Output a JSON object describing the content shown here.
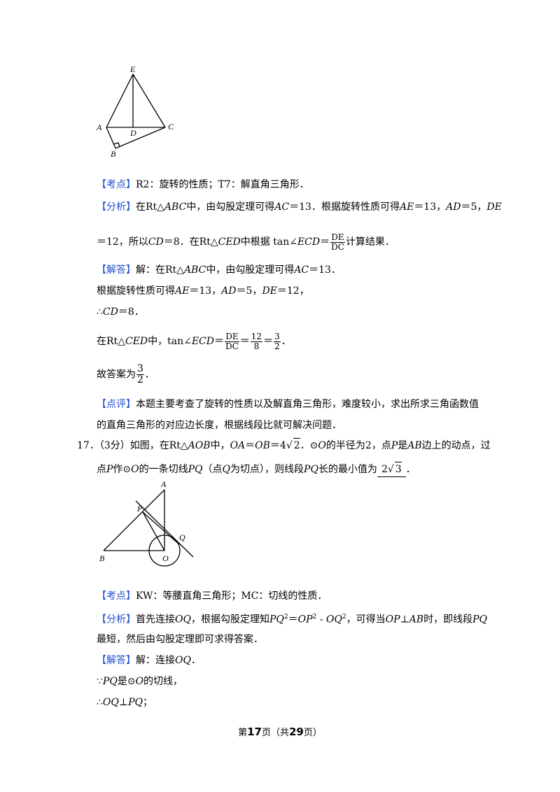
{
  "fig1": {
    "labels": {
      "E": "E",
      "A": "A",
      "D": "D",
      "C": "C",
      "B": "B"
    }
  },
  "q16": {
    "kaodian_tag": "【考点】",
    "kaodian": "R2：旋转的性质；T7：解直角三角形．",
    "fenxi_tag": "【分析】",
    "fenxi_1": "在Rt△",
    "fenxi_2": "ABC",
    "fenxi_3": "中，由勾股定理可得",
    "fenxi_4": "AC",
    "fenxi_5": "＝13．根据旋转性质可得",
    "fenxi_6": "AE",
    "fenxi_7": "＝13，",
    "fenxi_8": "AD",
    "fenxi_9": "＝5，",
    "fenxi_10": "DE",
    "fenxi_11": "＝12，所以",
    "fenxi_12": "CD",
    "fenxi_13": "＝8．在Rt△",
    "fenxi_14": "CED",
    "fenxi_15": "中根据 tan∠",
    "fenxi_16": "ECD",
    "fenxi_17": "＝",
    "fenxi_frac_num": "DE",
    "fenxi_frac_den": "DC",
    "fenxi_18": "计算结果．",
    "jieda_tag": "【解答】",
    "jieda_1": "解：在Rt△",
    "jieda_2": "ABC",
    "jieda_3": "中，由勾股定理可得",
    "jieda_4": "AC",
    "jieda_5": "＝13．",
    "line2_1": "根据旋转性质可得",
    "line2_2": "AE",
    "line2_3": "＝13，",
    "line2_4": "AD",
    "line2_5": "＝5，",
    "line2_6": "DE",
    "line2_7": "＝12，",
    "line3_1": "∴",
    "line3_2": "CD",
    "line3_3": "＝8．",
    "line4_1": "在Rt△",
    "line4_2": "CED",
    "line4_3": "中，tan∠",
    "line4_4": "ECD",
    "line4_5": "＝",
    "line4_f1n": "DE",
    "line4_f1d": "DC",
    "line4_6": "＝",
    "line4_f2n": "12",
    "line4_f2d": "8",
    "line4_7": "＝",
    "line4_f3n": "3",
    "line4_f3d": "2",
    "line4_8": "．",
    "line5_1": "故答案为",
    "line5_fn": "3",
    "line5_fd": "2",
    "line5_2": "．",
    "dianping_tag": "【点评】",
    "dianping_1": "本题主要考查了旋转的性质以及解直角三角形，难度较小，求出所求三角函数值",
    "dianping_2": "的直角三角形的对应边长度，根据线段比就可解决问题．"
  },
  "q17": {
    "num": "17．",
    "stem_1": "（3分）如图，在Rt△",
    "stem_2": "AOB",
    "stem_3": "中，",
    "stem_4": "OA",
    "stem_5": "＝",
    "stem_6": "OB",
    "stem_7": "＝4",
    "stem_8": "2",
    "stem_9": "．⊙",
    "stem_10": "O",
    "stem_11": "的半径为2，点",
    "stem_12": "P",
    "stem_13": "是",
    "stem_14": "AB",
    "stem_15": "边上的动点，过",
    "stem2_1": "点",
    "stem2_2": "P",
    "stem2_3": "作⊙",
    "stem2_4": "O",
    "stem2_5": "的一条切线",
    "stem2_6": "PQ",
    "stem2_7": "（点",
    "stem2_8": "Q",
    "stem2_9": "为切点），则线段",
    "stem2_10": "PQ",
    "stem2_11": "长的最小值为",
    "ans_1": "2",
    "ans_2": "3",
    "stem2_12": "．",
    "fig_labels": {
      "A": "A",
      "P": "P",
      "Q": "Q",
      "B": "B",
      "O": "O"
    },
    "kaodian_tag": "【考点】",
    "kaodian": "KW：等腰直角三角形；MC：切线的性质．",
    "fenxi_tag": "【分析】",
    "fenxi_1": "首先连接",
    "fenxi_2": "OQ",
    "fenxi_3": "，根据勾股定理知",
    "fenxi_4": "PQ",
    "fenxi_5": "2",
    "fenxi_6": "＝",
    "fenxi_7": "OP",
    "fenxi_8": "2",
    "fenxi_9": " - ",
    "fenxi_10": "OQ",
    "fenxi_11": "2",
    "fenxi_12": "，可得当",
    "fenxi_13": "OP",
    "fenxi_14": "⊥",
    "fenxi_15": "AB",
    "fenxi_16": "时，即线段",
    "fenxi_17": "PQ",
    "fenxi2": "最短，然后由勾股定理即可求得答案．",
    "jieda_tag": "【解答】",
    "jieda_1": "解：连接",
    "jieda_2": "OQ",
    "jieda_3": "．",
    "l2_1": "∵",
    "l2_2": "PQ",
    "l2_3": "是⊙",
    "l2_4": "O",
    "l2_5": "的切线，",
    "l3_1": "∴",
    "l3_2": "OQ",
    "l3_3": "⊥",
    "l3_4": "PQ",
    "l3_5": "；"
  },
  "footer": {
    "p1": "第",
    "cur": "17",
    "p2": "页（共",
    "total": "29",
    "p3": "页）"
  }
}
